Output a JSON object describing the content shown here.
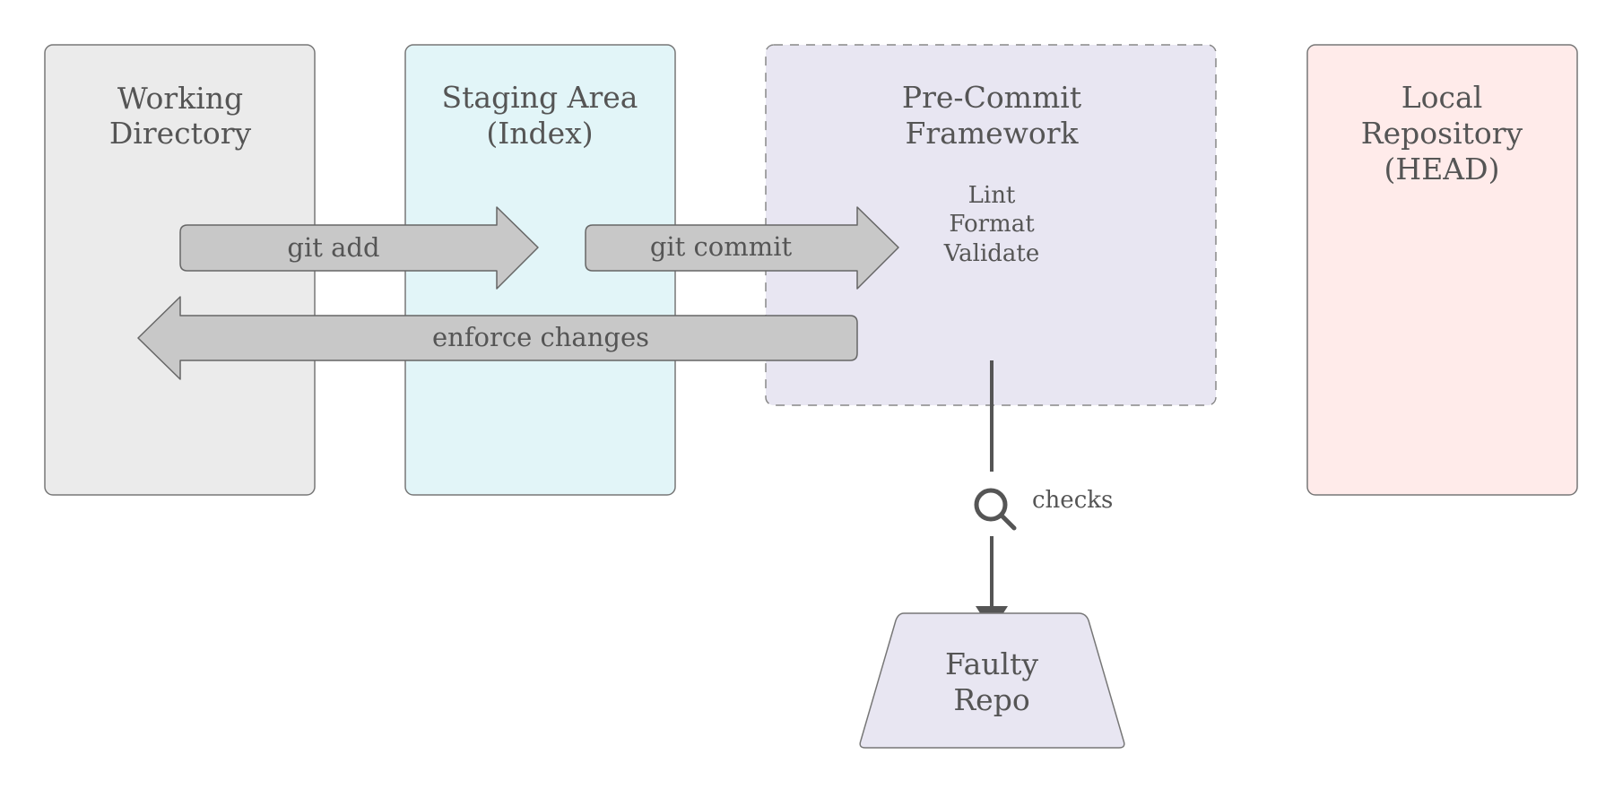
{
  "diagram": {
    "areas": {
      "working_directory": {
        "line1": "Working",
        "line2": "Directory",
        "fill": "#ebebeb"
      },
      "staging_area": {
        "line1": "Staging Area",
        "line2": "(Index)",
        "fill": "#e2f5f8"
      },
      "pre_commit_framework": {
        "line1": "Pre-Commit",
        "line2": "Framework",
        "checks": [
          "Lint",
          "Format",
          "Validate"
        ],
        "fill": "#e8e6f2",
        "border_style": "dashed"
      },
      "local_repository": {
        "line1": "Local",
        "line2": "Repository",
        "line3": "(HEAD)",
        "fill": "#ffebea"
      }
    },
    "arrows": {
      "git_add": "git add",
      "git_commit": "git commit",
      "enforce_changes": "enforce changes",
      "fill": "#c8c8c8"
    },
    "check_connector": {
      "label": "checks",
      "icon": "magnifying-glass-icon",
      "color": "#555555"
    },
    "faulty_repo": {
      "line1": "Faulty",
      "line2": "Repo",
      "fill": "#e8e6f2"
    }
  }
}
